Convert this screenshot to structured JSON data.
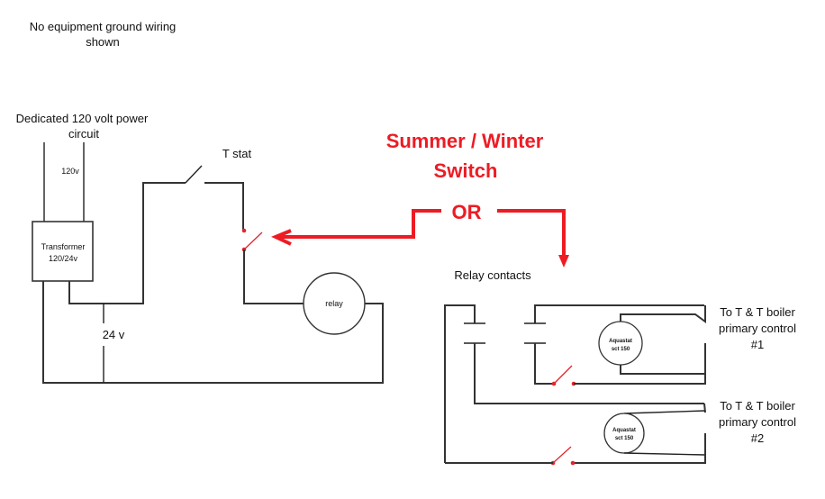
{
  "notes": {
    "ground_note_line1": "No equipment ground wiring",
    "ground_note_line2": "shown",
    "power_line1": "Dedicated 120 volt power",
    "power_line2": "circuit"
  },
  "primary_circuit": {
    "supply_voltage_label": "120v",
    "transformer_line1": "Transformer",
    "transformer_line2": "120/24v",
    "low_voltage_label": "24 v",
    "tstat_label": "T stat",
    "relay_label": "relay"
  },
  "callout": {
    "title_line1": "Summer / Winter",
    "title_line2": "Switch",
    "or_label": "OR",
    "color": "#ed1c24"
  },
  "relay_contacts": {
    "label": "Relay contacts",
    "aquastat1_line1": "Aquastat",
    "aquastat1_line2": "sct 150",
    "aquastat2_line1": "Aquastat",
    "aquastat2_line2": "sct 150",
    "boiler1_line1": "To T & T boiler",
    "boiler1_line2": "primary control",
    "boiler1_line3": "#1",
    "boiler2_line1": "To T & T boiler",
    "boiler2_line2": "primary control",
    "boiler2_line3": "#2"
  }
}
